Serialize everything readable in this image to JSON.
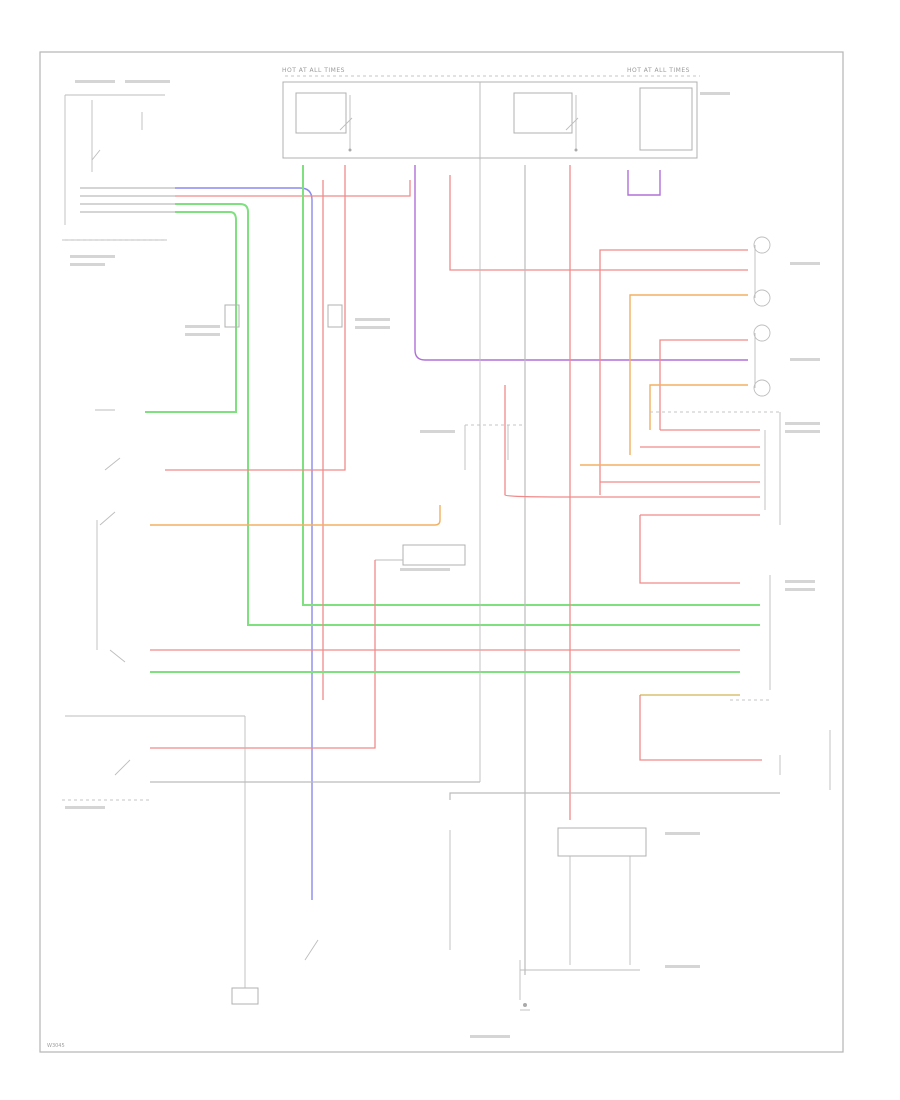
{
  "diagram": {
    "page_code": "W3045",
    "hot_at_all_times_left": "HOT AT ALL TIMES",
    "hot_at_all_times_right": "HOT AT ALL TIMES"
  }
}
